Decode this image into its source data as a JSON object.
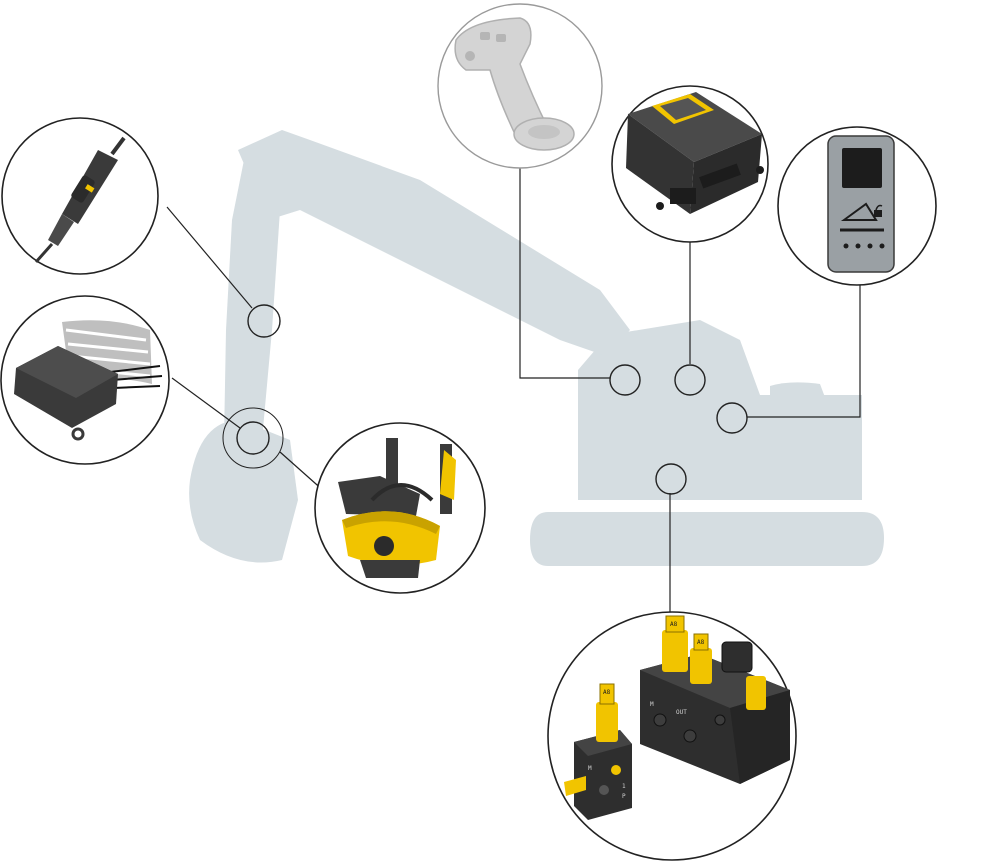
{
  "diagram": {
    "background": "#ffffff",
    "colors": {
      "excavator_silhouette": "#d5dde1",
      "connector_line": "#222222",
      "component_dark": "#3a3a3a",
      "component_accent": "#f1c400",
      "joystick_ghost": "#bdbdbd",
      "panel_grey": "#9aa0a4"
    },
    "silhouette": {
      "name": "excavator-silhouette"
    },
    "components": [
      {
        "name": "sensor-cable-connector",
        "icon": "sensor-connector-icon"
      },
      {
        "name": "wiring-connector-block",
        "icon": "wiring-block-icon"
      },
      {
        "name": "tiltrotator-coupler",
        "icon": "tiltrotator-icon"
      },
      {
        "name": "joystick-control",
        "icon": "joystick-icon"
      },
      {
        "name": "control-unit",
        "icon": "control-unit-icon"
      },
      {
        "name": "lock-switch-panel",
        "icon": "lock-switch-icon"
      },
      {
        "name": "hydraulic-valve-block",
        "icon": "hydraulic-valve-icon"
      }
    ],
    "valve_labels": {
      "solenoid_tag": "A8",
      "port_marker": "M",
      "port_out": "OUT",
      "port_in": "1",
      "port_p": "P"
    }
  }
}
